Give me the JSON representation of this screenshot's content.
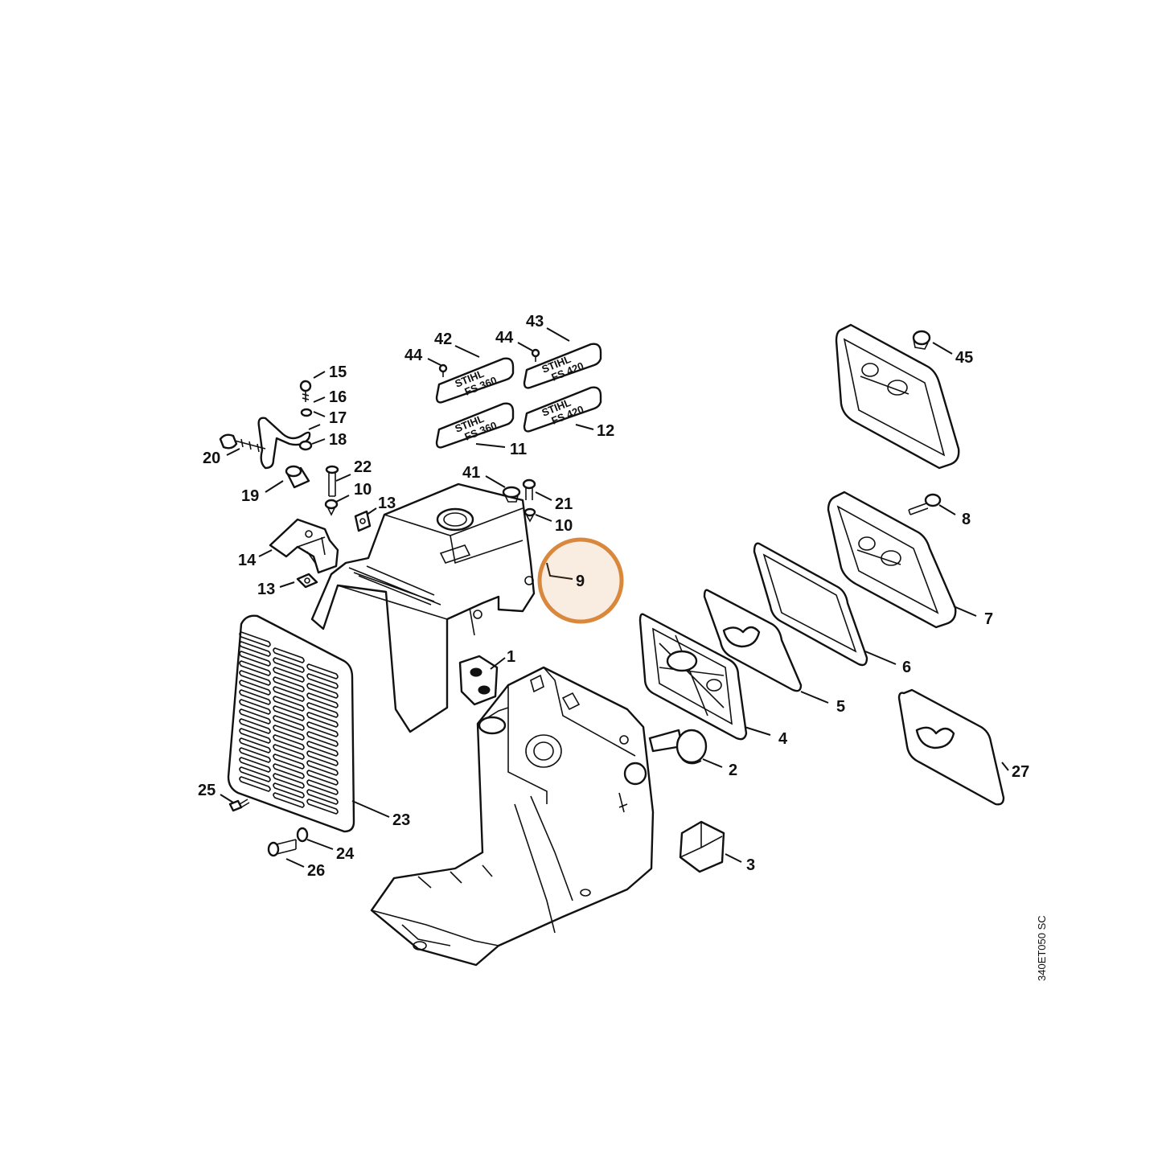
{
  "diagram": {
    "drawing_id": "340ET050 SC",
    "highlight_color": "#d9883c",
    "highlighted_callout": "9",
    "plates": {
      "fs360": [
        "STIHL",
        "FS 360"
      ],
      "fs420": [
        "STIHL",
        "FS 420"
      ]
    },
    "callouts": {
      "c1": "1",
      "c2": "2",
      "c3": "3",
      "c4": "4",
      "c5": "5",
      "c6": "6",
      "c7": "7",
      "c8": "8",
      "c9": "9",
      "c10a": "10",
      "c10b": "10",
      "c11": "11",
      "c12": "12",
      "c13a": "13",
      "c13b": "13",
      "c14": "14",
      "c15": "15",
      "c16": "16",
      "c17": "17",
      "c18": "18",
      "c19": "19",
      "c20": "20",
      "c21": "21",
      "c22": "22",
      "c23": "23",
      "c24": "24",
      "c25": "25",
      "c26": "26",
      "c27": "27",
      "c41": "41",
      "c42": "42",
      "c43": "43",
      "c44a": "44",
      "c44b": "44",
      "c45": "45"
    }
  }
}
